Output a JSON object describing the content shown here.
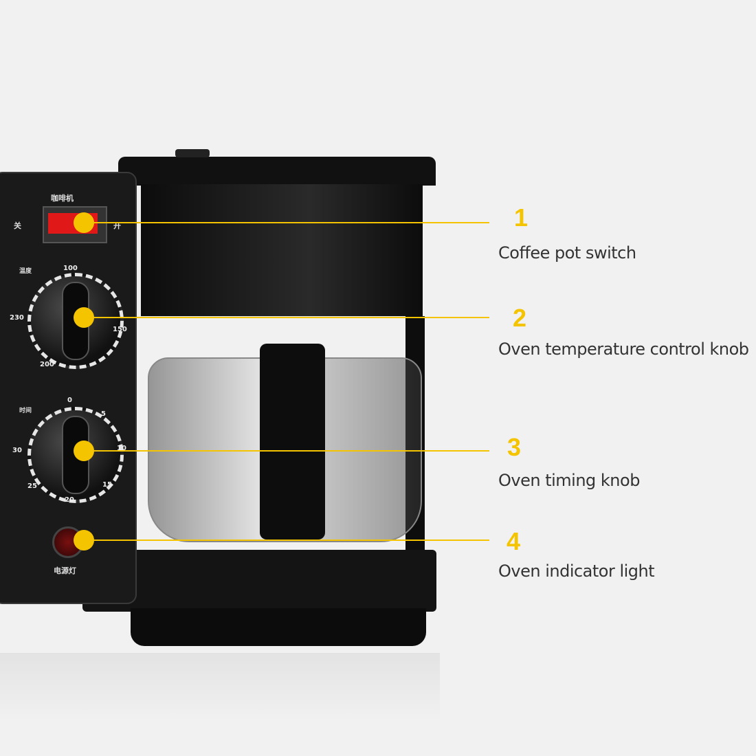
{
  "colors": {
    "accent": "#f5c400",
    "appliance": "#141414",
    "background": "#f1f1f1",
    "switch": "#e01818"
  },
  "panel": {
    "coffee_label": "咖啡机",
    "off_label": "关",
    "on_label": "开",
    "temp_label": "温度",
    "temp_ticks": [
      "100",
      "150",
      "200",
      "230"
    ],
    "time_label": "时间",
    "time_ticks": [
      "0",
      "5",
      "10",
      "15",
      "20",
      "25",
      "30"
    ],
    "light_label": "电源灯"
  },
  "callouts": [
    {
      "number": "1",
      "label": "Coffee pot switch"
    },
    {
      "number": "2",
      "label": "Oven temperature control knob"
    },
    {
      "number": "3",
      "label": "Oven timing knob"
    },
    {
      "number": "4",
      "label": "Oven indicator light"
    }
  ]
}
